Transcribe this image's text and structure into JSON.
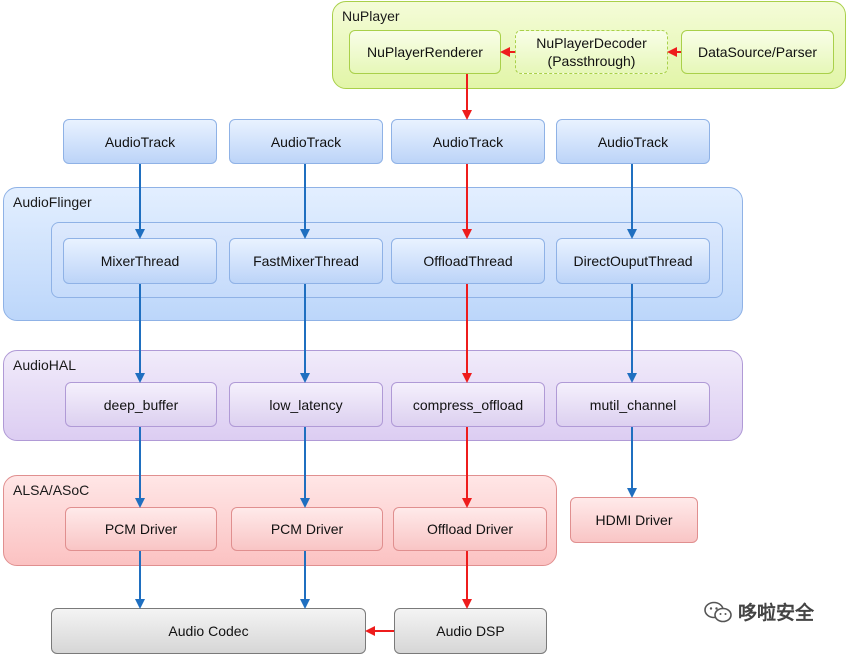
{
  "groups": {
    "nuplayer": "NuPlayer",
    "audioflinger": "AudioFlinger",
    "audiohal": "AudioHAL",
    "alsa": "ALSA/ASoC"
  },
  "nuplayer": {
    "renderer": "NuPlayerRenderer",
    "decoder_line1": "NuPlayerDecoder",
    "decoder_line2": "(Passthrough)",
    "datasource": "DataSource/Parser"
  },
  "audiotracks": [
    "AudioTrack",
    "AudioTrack",
    "AudioTrack",
    "AudioTrack"
  ],
  "threads": [
    "MixerThread",
    "FastMixerThread",
    "OffloadThread",
    "DirectOuputThread"
  ],
  "hal_outputs": [
    "deep_buffer",
    "low_latency",
    "compress_offload",
    "mutil_channel"
  ],
  "drivers": [
    "PCM Driver",
    "PCM Driver",
    "Offload Driver"
  ],
  "hdmi_driver": "HDMI Driver",
  "hardware": {
    "codec": "Audio Codec",
    "dsp": "Audio DSP"
  },
  "watermark": "哆啦安全",
  "colors": {
    "offload_path": "#ee1c1c",
    "normal_path": "#1f6fc0"
  },
  "icons": {
    "watermark_icon": "wechat-icon"
  }
}
